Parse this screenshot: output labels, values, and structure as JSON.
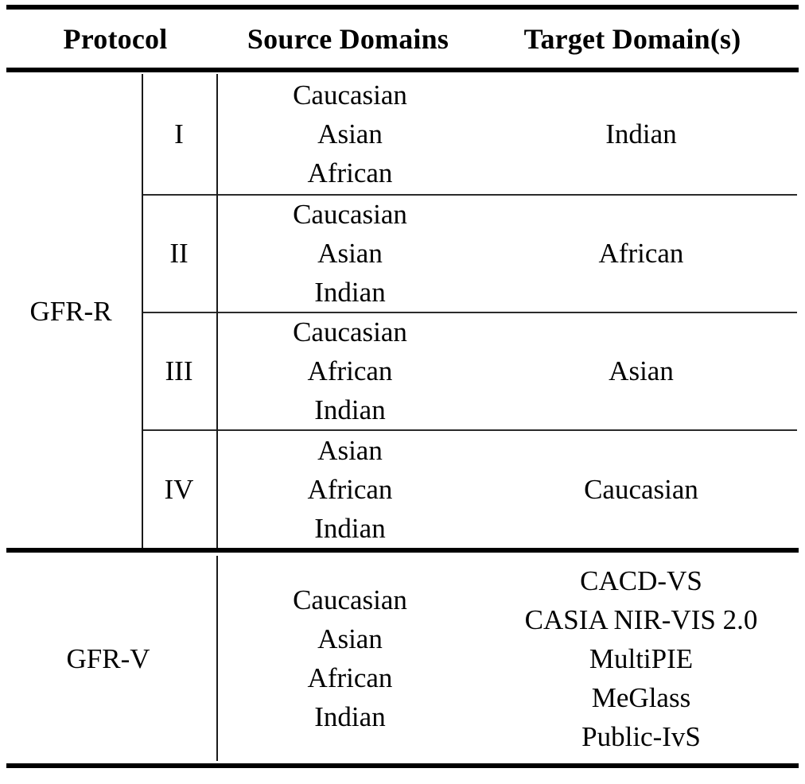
{
  "table": {
    "headers": {
      "protocol": "Protocol",
      "source": "Source Domains",
      "target": "Target Domain(s)"
    },
    "sections": [
      {
        "name": "GFR-R",
        "rows": [
          {
            "numeral": "I",
            "source": [
              "Caucasian",
              "Asian",
              "African"
            ],
            "target": [
              "Indian"
            ]
          },
          {
            "numeral": "II",
            "source": [
              "Caucasian",
              "Asian",
              "Indian"
            ],
            "target": [
              "African"
            ]
          },
          {
            "numeral": "III",
            "source": [
              "Caucasian",
              "African",
              "Indian"
            ],
            "target": [
              "Asian"
            ]
          },
          {
            "numeral": "IV",
            "source": [
              "Asian",
              "African",
              "Indian"
            ],
            "target": [
              "Caucasian"
            ]
          }
        ]
      },
      {
        "name": "GFR-V",
        "rows": [
          {
            "numeral": "",
            "source": [
              "Caucasian",
              "Asian",
              "African",
              "Indian"
            ],
            "target": [
              "CACD-VS",
              "CASIA NIR-VIS 2.0",
              "MultiPIE",
              "MeGlass",
              "Public-IvS"
            ]
          }
        ]
      }
    ]
  },
  "colors": {
    "rule": "#000000",
    "thin_rule": "#2b2b2b",
    "text": "#000000",
    "background": "#ffffff"
  }
}
